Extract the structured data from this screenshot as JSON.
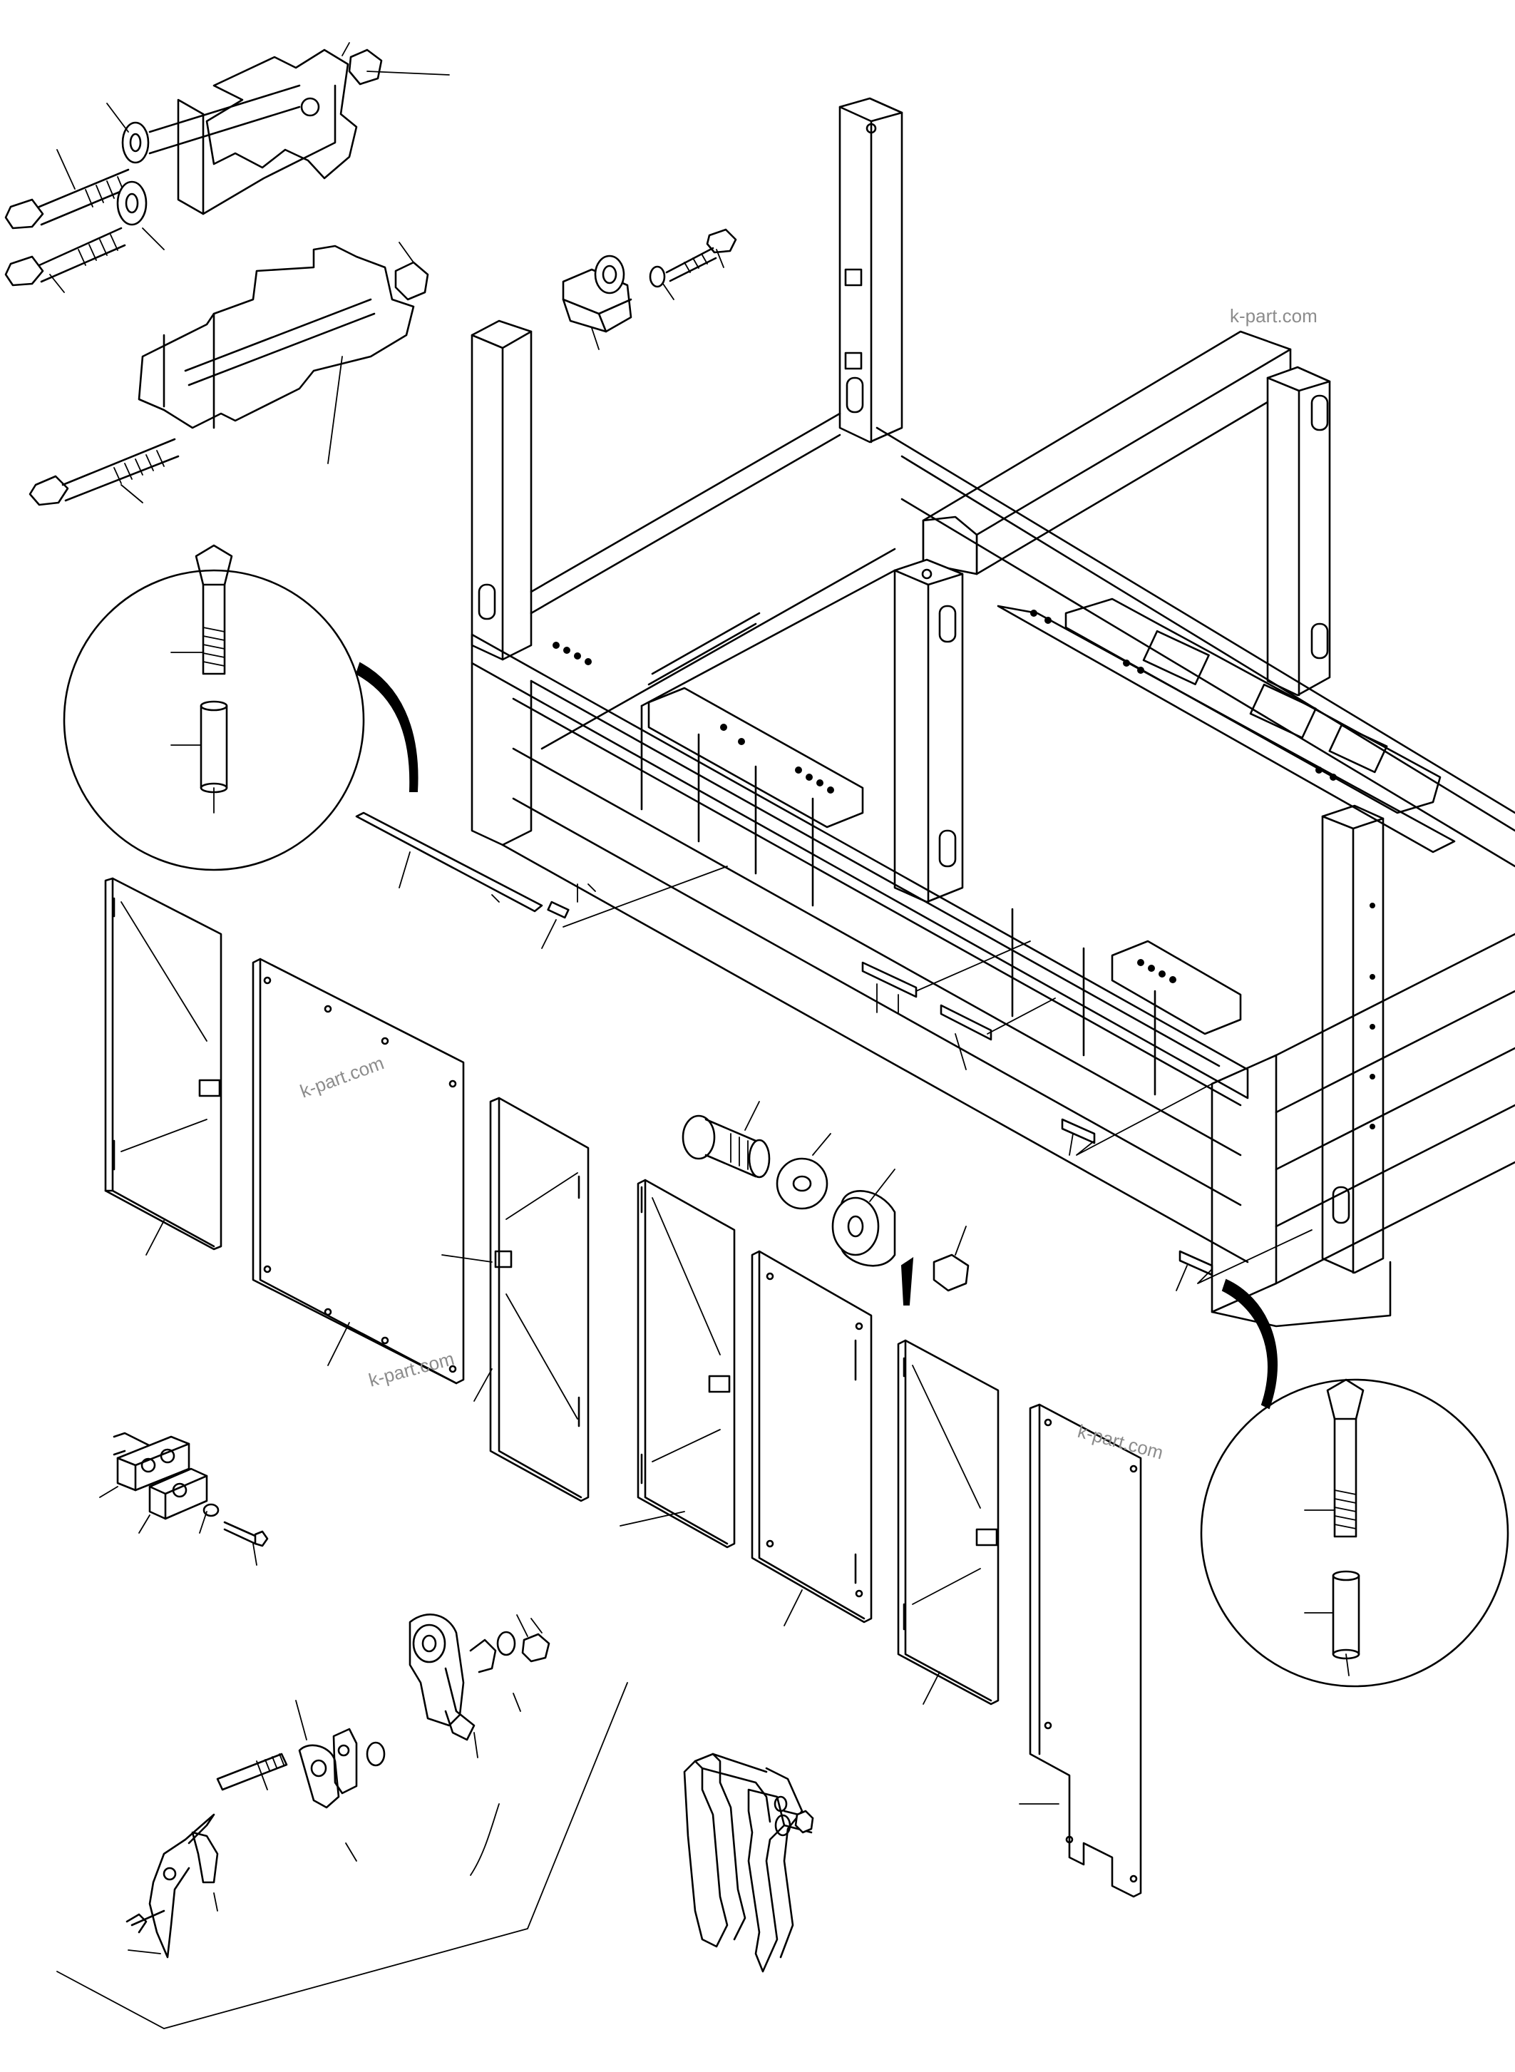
{
  "watermarks": [
    "k-part.com",
    "k-part.com",
    "k-part.com",
    "k-part.com"
  ],
  "colors": {
    "line": "#000000",
    "background": "#ffffff",
    "watermark": "#8c8c8c"
  }
}
